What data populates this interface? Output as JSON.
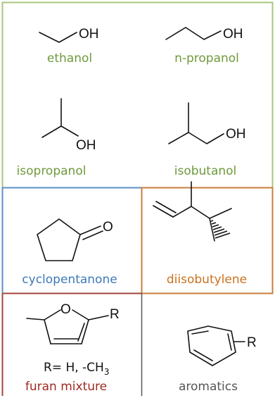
{
  "colors": {
    "green": "#6e9a3b",
    "green_border": "#a9c47e",
    "blue": "#3d7ab8",
    "blue_border": "#5b8fc4",
    "orange": "#c9731f",
    "orange_border": "#c87d3a",
    "dark_red": "#9e2a23",
    "dark_red_border": "#a0463c",
    "gray": "#555555",
    "gray_border": "#555555"
  },
  "cells": {
    "ethanol": {
      "label": "ethanol",
      "atom": "OH"
    },
    "n_propanol": {
      "label": "n-propanol",
      "atom": "OH"
    },
    "isopropanol": {
      "label": "isopropanol",
      "atom": "OH"
    },
    "isobutanol": {
      "label": "isobutanol",
      "atom": "OH"
    },
    "cyclopentanone": {
      "label": "cyclopentanone",
      "atom": "O"
    },
    "diisobutylene": {
      "label": "diisobutylene"
    },
    "furan_mixture": {
      "label": "furan mixture",
      "ring_atom": "O",
      "substituent": "R",
      "note_main": "R= H, -CH",
      "note_sub": "3"
    },
    "aromatics": {
      "label": "aromatics",
      "substituent": "R"
    }
  }
}
